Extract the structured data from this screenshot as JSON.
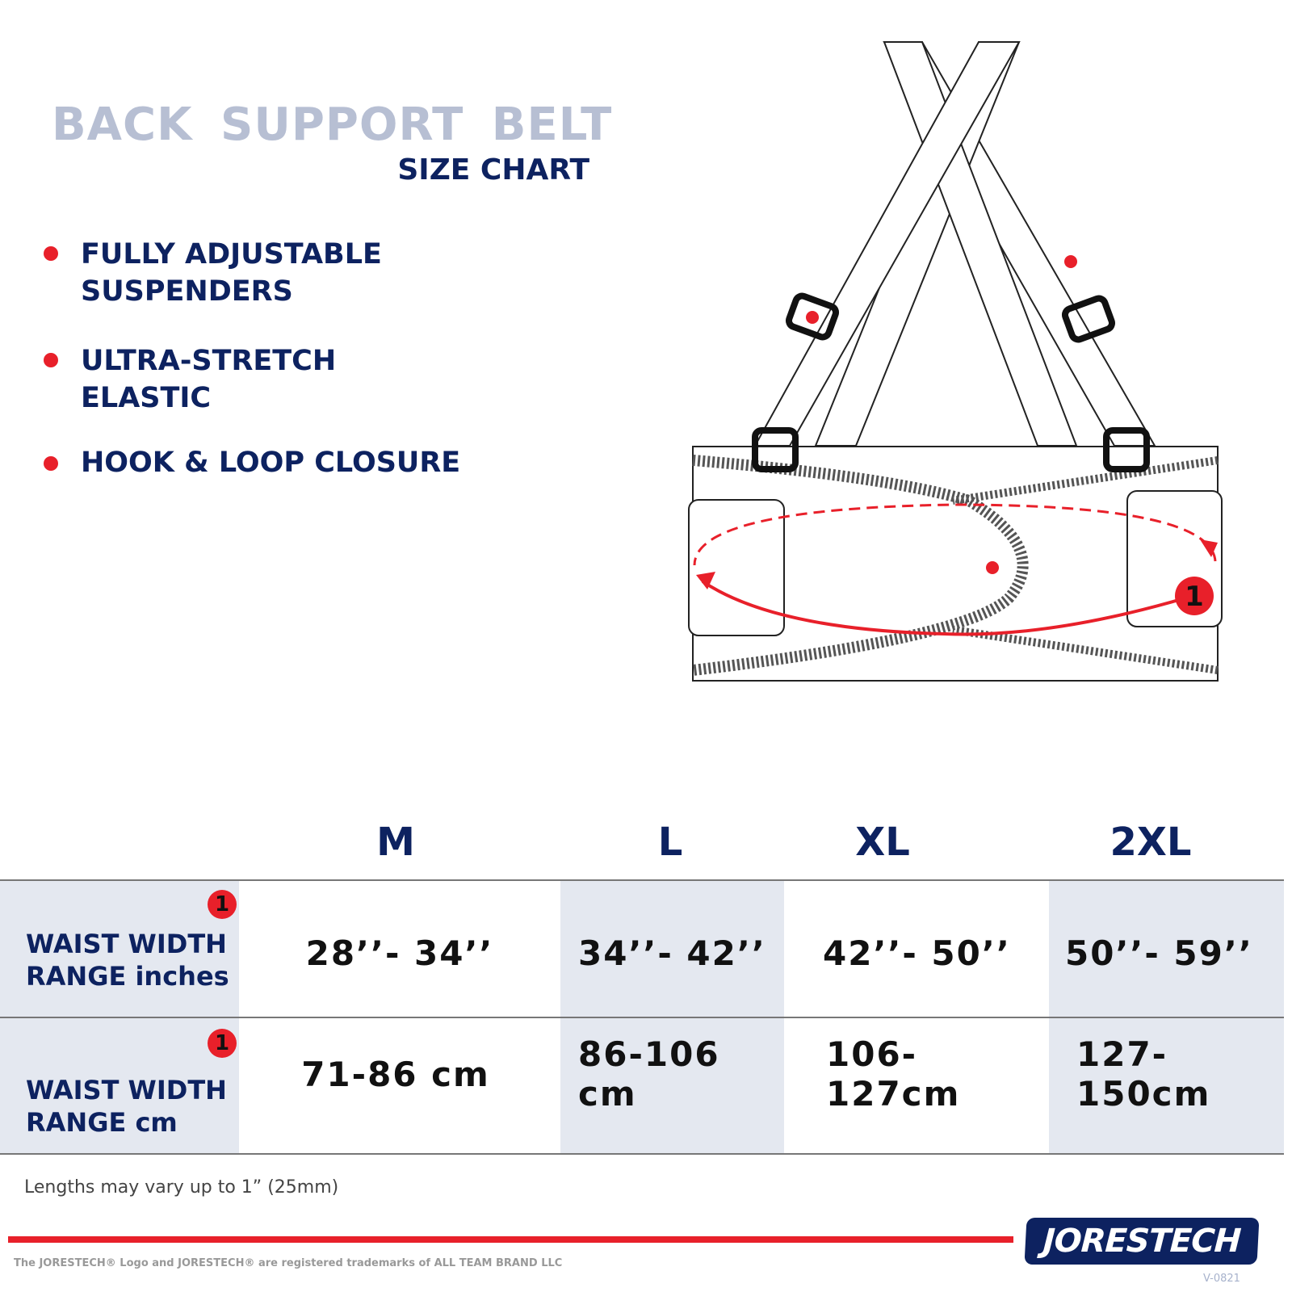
{
  "header": {
    "title": "BACK SUPPORT BELT",
    "subtitle": "SIZE CHART"
  },
  "features": [
    {
      "line1": "FULLY ADJUSTABLE",
      "line2": "SUSPENDERS"
    },
    {
      "line1": "ULTRA-STRETCH",
      "line2": "ELASTIC"
    },
    {
      "line1": "HOOK & LOOP CLOSURE",
      "line2": ""
    }
  ],
  "illustration": {
    "marker": "1"
  },
  "table": {
    "sizes": [
      "M",
      "L",
      "XL",
      "2XL"
    ],
    "rows": [
      {
        "label1": "WAIST WIDTH",
        "label2": "RANGE  inches",
        "badge": "1",
        "values": [
          "28’’- 34’’",
          "34’’- 42’’",
          "42’’- 50’’",
          "50’’- 59’’"
        ]
      },
      {
        "label1": "WAIST WIDTH",
        "label2": "RANGE  cm",
        "badge": "1",
        "values": [
          "71-86 cm",
          "86-106 cm",
          "106-127cm",
          "127-150cm"
        ]
      }
    ]
  },
  "note": "Lengths may vary up to 1” (25mm)",
  "footer": {
    "trademark": "The JORESTECH® Logo and JORESTECH® are registered trademarks of ALL TEAM BRAND LLC",
    "brand": "JORESTECH",
    "version": "V-0821"
  },
  "colors": {
    "navy": "#0d2260",
    "red": "#e8202a",
    "grey": "#e4e8f0"
  }
}
